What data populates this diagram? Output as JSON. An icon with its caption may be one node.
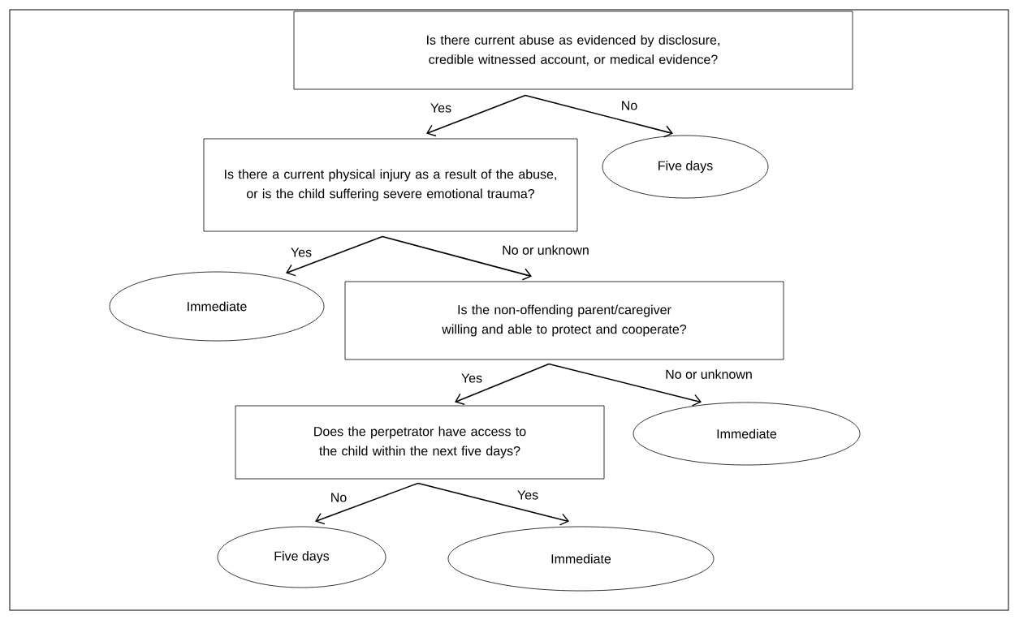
{
  "diagram": {
    "nodes": [
      {
        "text": [
          "Is there current abuse as evidenced by disclosure, credible witnessed account, or medical evidence?"
        ]
      },
      {
        "text": [
          "Is there a current physical injury as a result of the abuse, or is the child suffering severe emotional trauma?"
        ]
      },
      {
        "text": [
          "Five days"
        ]
      },
      {
        "text": [
          "Immediate"
        ]
      },
      {
        "text": [
          "Is the non-offending parent/caregiver willing and able to protect and cooperate?"
        ]
      },
      {
        "text": [
          "Immediate"
        ]
      },
      {
        "text": [
          "Does the perpetrator have access to the child within the next five days?"
        ]
      },
      {
        "text": [
          "Five days"
        ]
      },
      {
        "text": [
          "Immediate"
        ]
      }
    ],
    "edges": [
      {
        "from": 0,
        "to": 1,
        "arrow": "to",
        "label": "Yes"
      },
      {
        "from": 0,
        "to": 2,
        "arrow": "to",
        "label": "No"
      },
      {
        "from": 1,
        "to": 3,
        "arrow": "to",
        "label": "Yes"
      },
      {
        "from": 1,
        "to": 4,
        "arrow": "to",
        "label": "No or unknown"
      },
      {
        "from": 4,
        "to": 6,
        "arrow": "to",
        "label": "Yes"
      },
      {
        "from": 4,
        "to": 5,
        "arrow": "to",
        "label": "No or unknown"
      },
      {
        "from": 6,
        "to": 7,
        "arrow": "to",
        "label": "No"
      },
      {
        "from": 6,
        "to": 8,
        "arrow": "to",
        "label": "Yes"
      }
    ]
  }
}
